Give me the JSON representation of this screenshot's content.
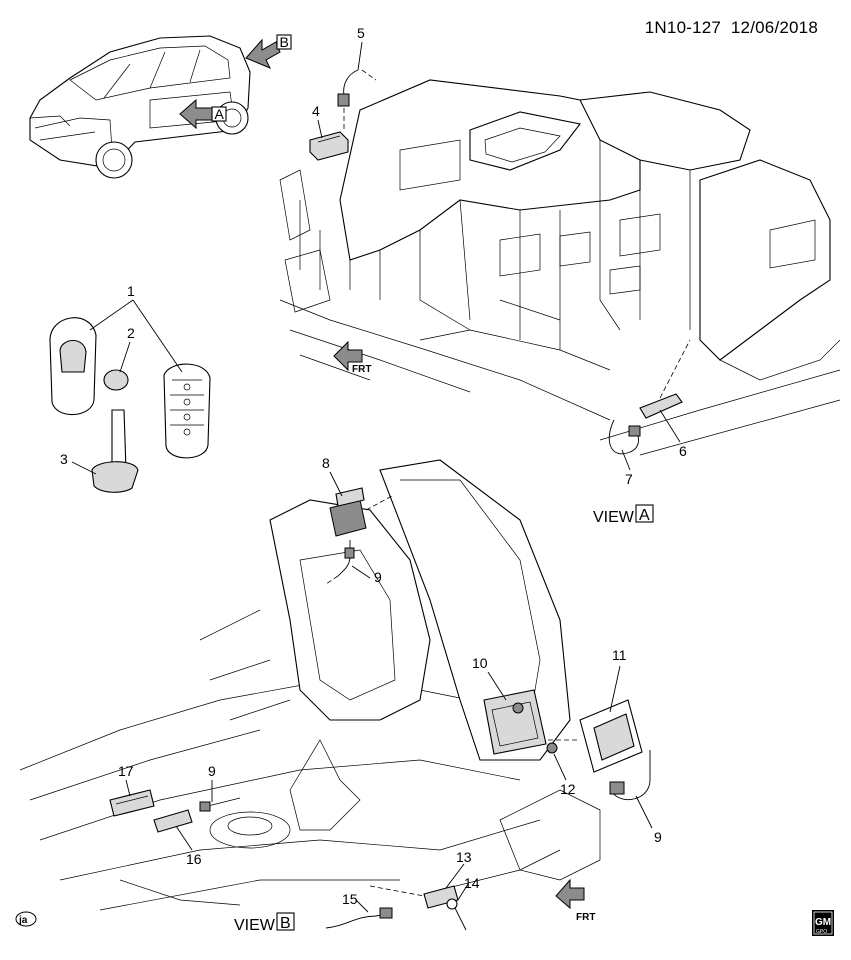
{
  "header": {
    "code": "1N10-127",
    "date": "12/06/2018"
  },
  "view_a": {
    "prefix": "VIEW",
    "letter": "A"
  },
  "view_b": {
    "prefix": "VIEW",
    "letter": "B"
  },
  "arrow_a_letter": "A",
  "arrow_b_letter": "B",
  "frt_label": "FRT",
  "footer_left": "ja",
  "logo": {
    "line1": "GM",
    "line2": "GPO"
  },
  "callouts": {
    "c1": "1",
    "c2": "2",
    "c3": "3",
    "c4": "4",
    "c5": "5",
    "c6": "6",
    "c7": "7",
    "c8": "8",
    "c9a": "9",
    "c9b": "9",
    "c9c": "9",
    "c10": "10",
    "c11": "11",
    "c12": "12",
    "c13": "13",
    "c14": "14",
    "c15": "15",
    "c16": "16",
    "c17": "17"
  }
}
